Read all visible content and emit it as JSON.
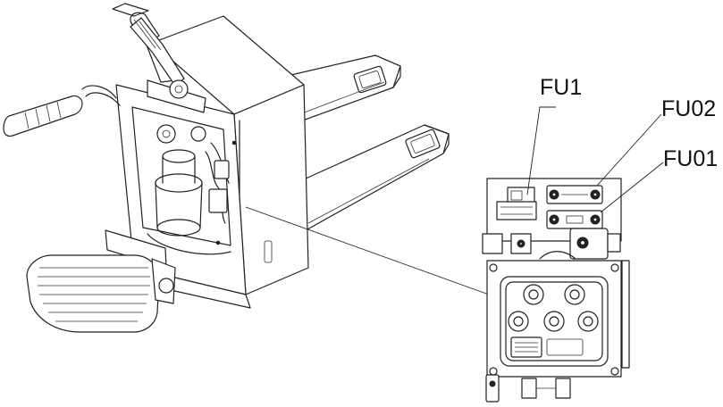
{
  "labels": {
    "fu1": "FU1",
    "fu02": "FU02",
    "fu01": "FU01"
  },
  "colors": {
    "line": "#222222",
    "background": "#ffffff",
    "terminal_ring": "#c0392b"
  }
}
